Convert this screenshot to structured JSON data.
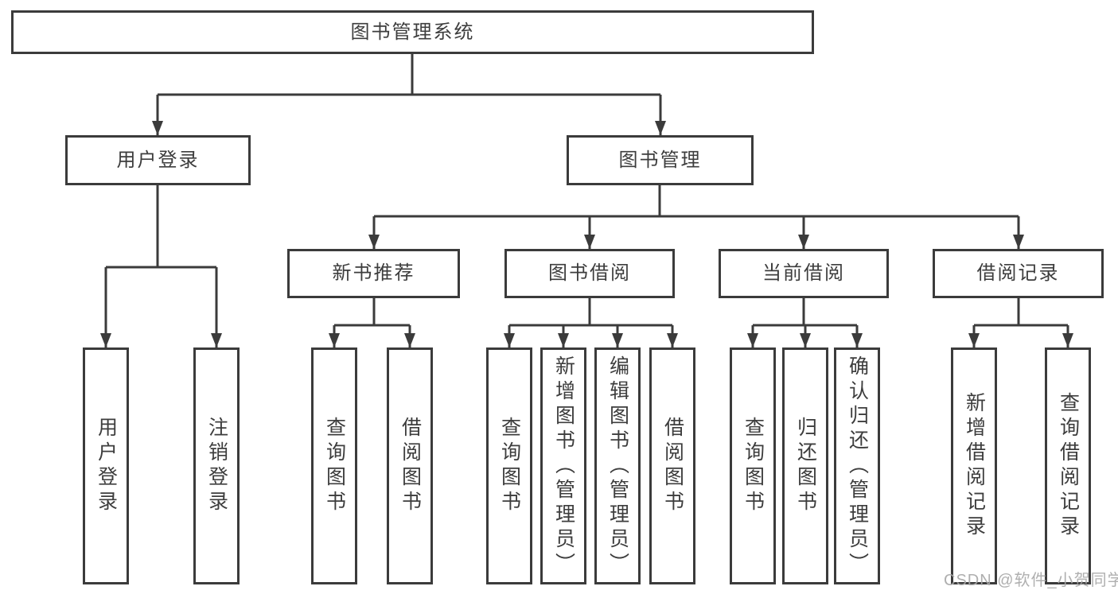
{
  "tree": {
    "root": {
      "label": "图书管理系统"
    },
    "children": [
      {
        "label": "用户登录",
        "children": [
          {
            "label": "用户登录"
          },
          {
            "label": "注销登录"
          }
        ]
      },
      {
        "label": "图书管理",
        "children": [
          {
            "label": "新书推荐",
            "children": [
              {
                "label": "查询图书"
              },
              {
                "label": "借阅图书"
              }
            ]
          },
          {
            "label": "图书借阅",
            "children": [
              {
                "label": "查询图书"
              },
              {
                "label": "新增图书（管理员）"
              },
              {
                "label": "编辑图书（管理员）"
              },
              {
                "label": "借阅图书"
              }
            ]
          },
          {
            "label": "当前借阅",
            "children": [
              {
                "label": "查询图书"
              },
              {
                "label": "归还图书"
              },
              {
                "label": "确认归还（管理员）"
              }
            ]
          },
          {
            "label": "借阅记录",
            "children": [
              {
                "label": "新增借阅记录"
              },
              {
                "label": "查询借阅记录"
              }
            ]
          }
        ]
      }
    ]
  },
  "watermark": {
    "text": "CSDN @软件_小贺同学"
  },
  "colors": {
    "line": "#3b3b3b",
    "text": "#3d3d3d",
    "background": "#ffffff",
    "watermark": "#a8a8a8"
  }
}
